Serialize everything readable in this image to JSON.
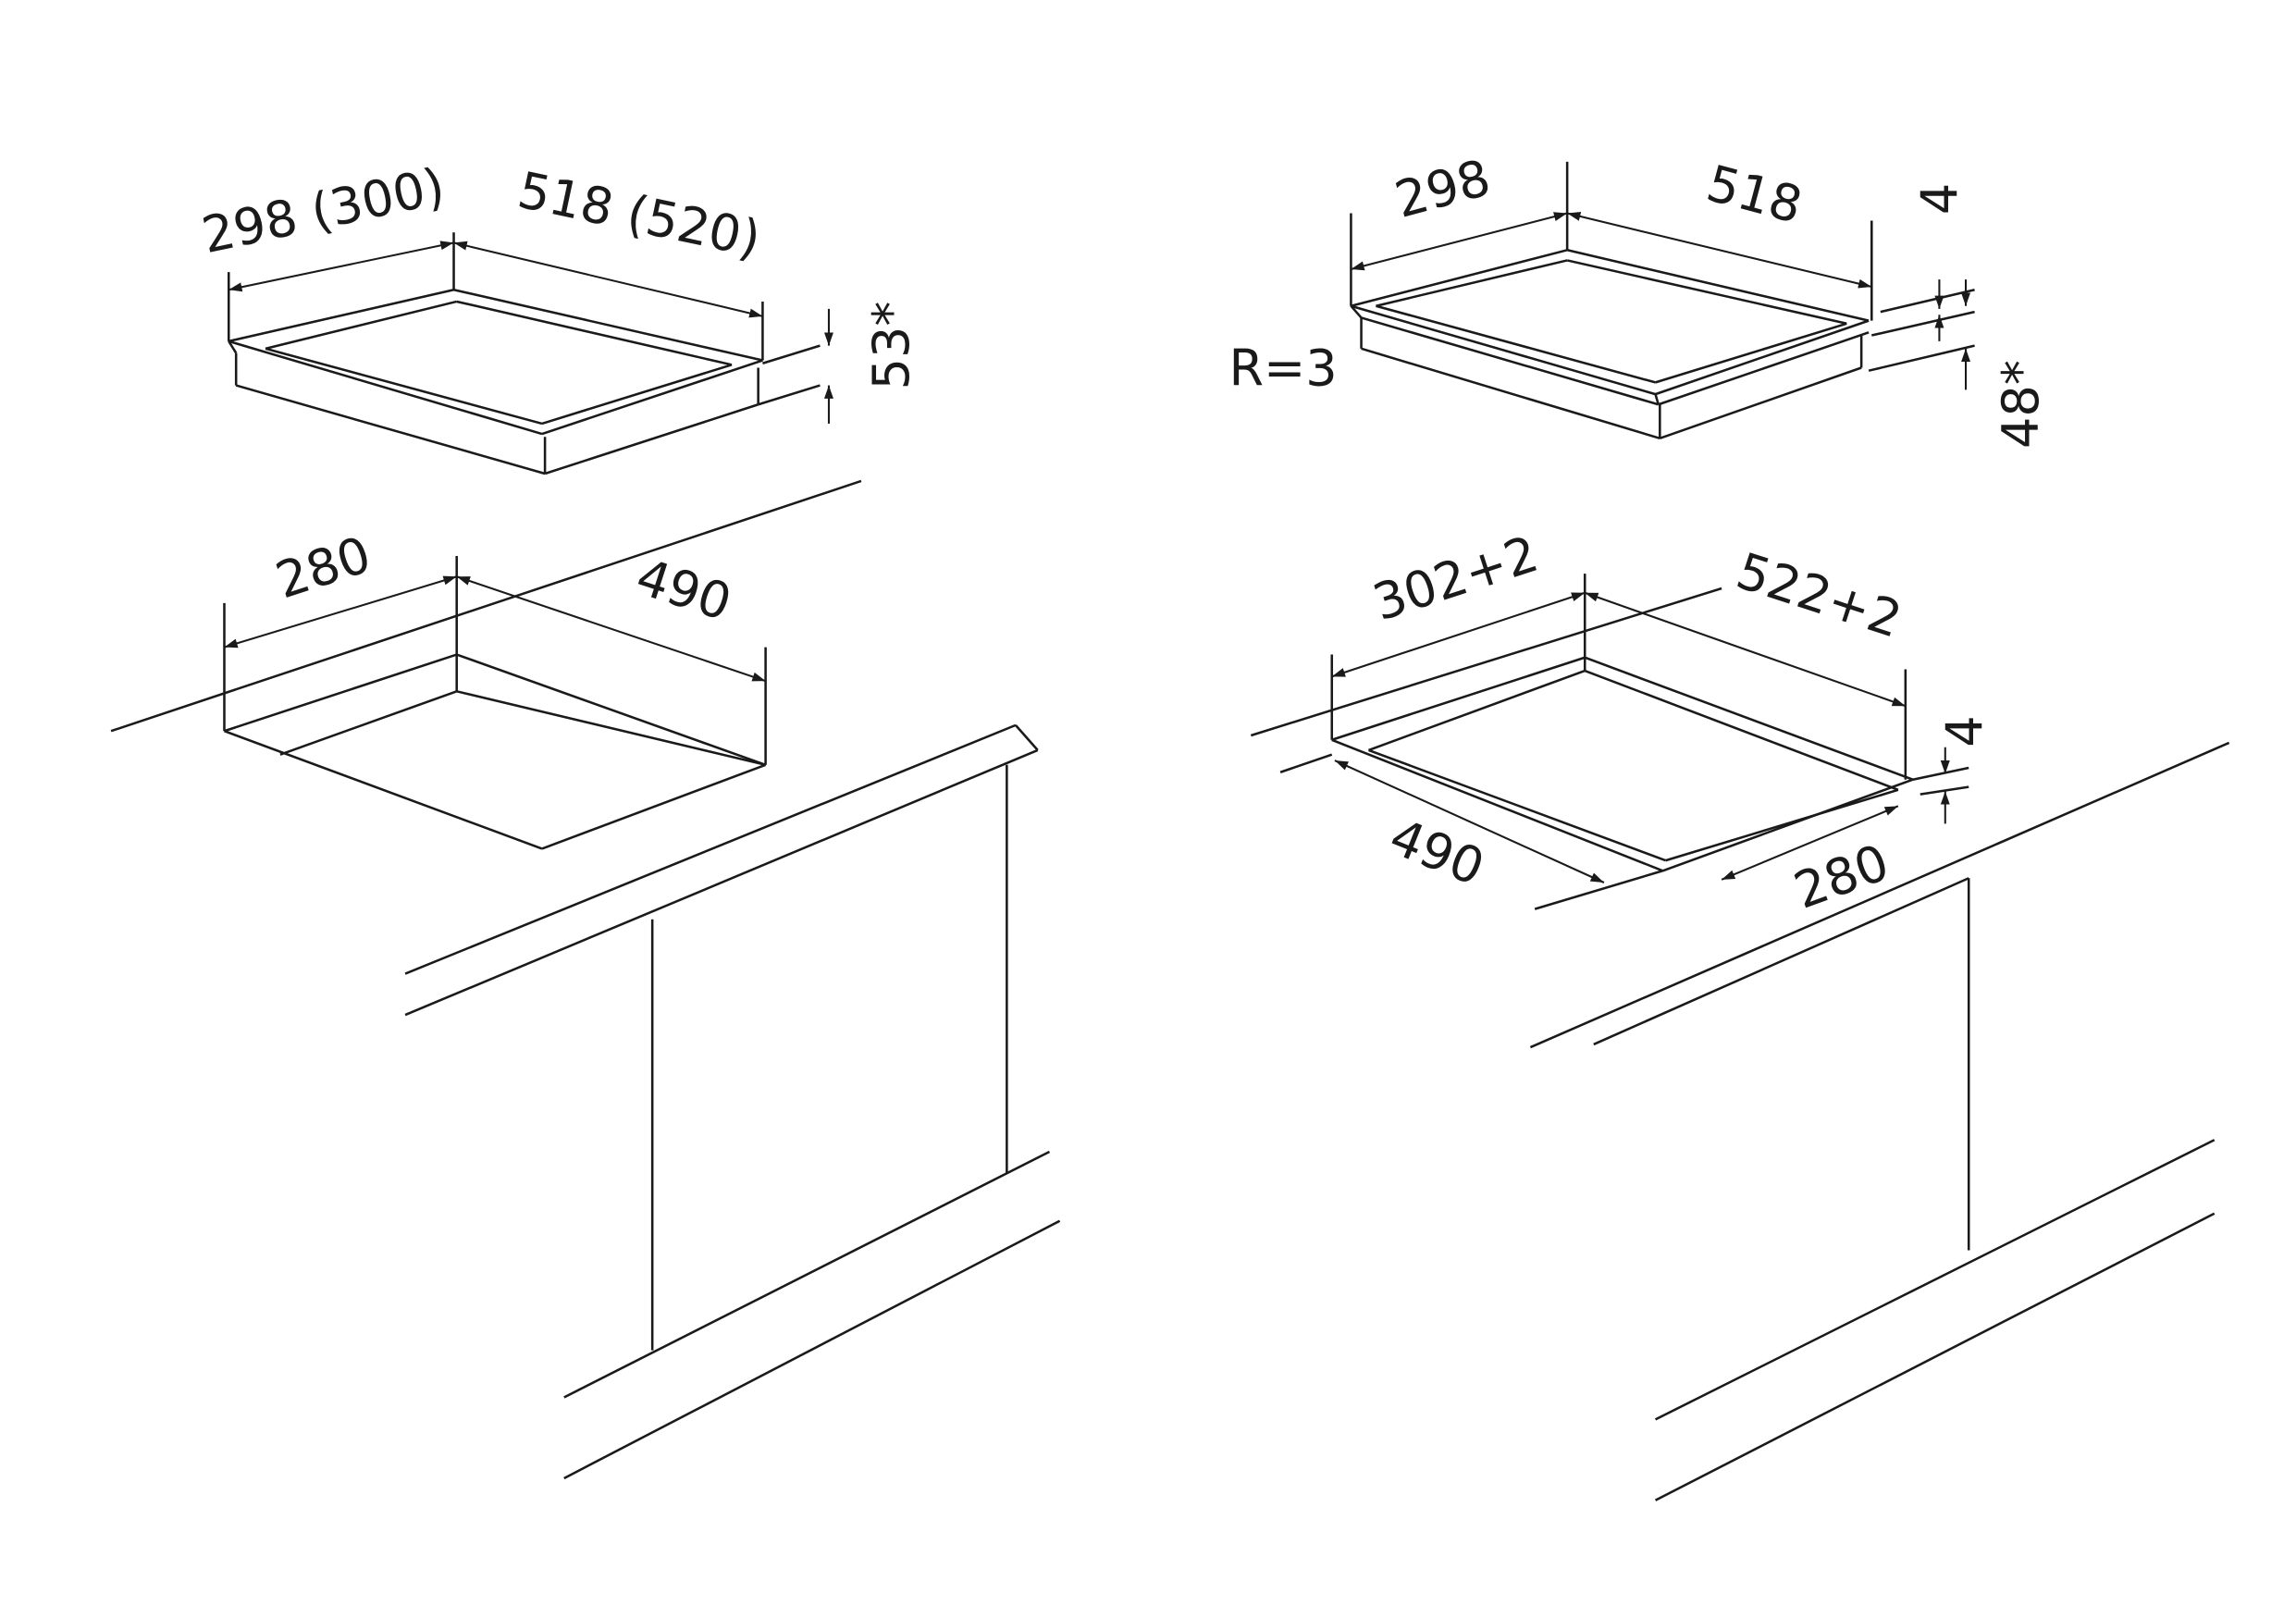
{
  "left_drawing": {
    "hob_width": "298 (300)",
    "hob_depth": "518 (520)",
    "hob_height": "53*",
    "cutout_width": "280",
    "cutout_depth": "490"
  },
  "right_drawing": {
    "hob_width": "298",
    "hob_depth": "518",
    "frame_thickness": "4",
    "body_height": "48*",
    "corner_radius": "R=3",
    "cutout_width": "302+2",
    "cutout_depth": "522+2",
    "rebate_depth": "490",
    "rebate_width": "280",
    "rebate_height": "4"
  }
}
